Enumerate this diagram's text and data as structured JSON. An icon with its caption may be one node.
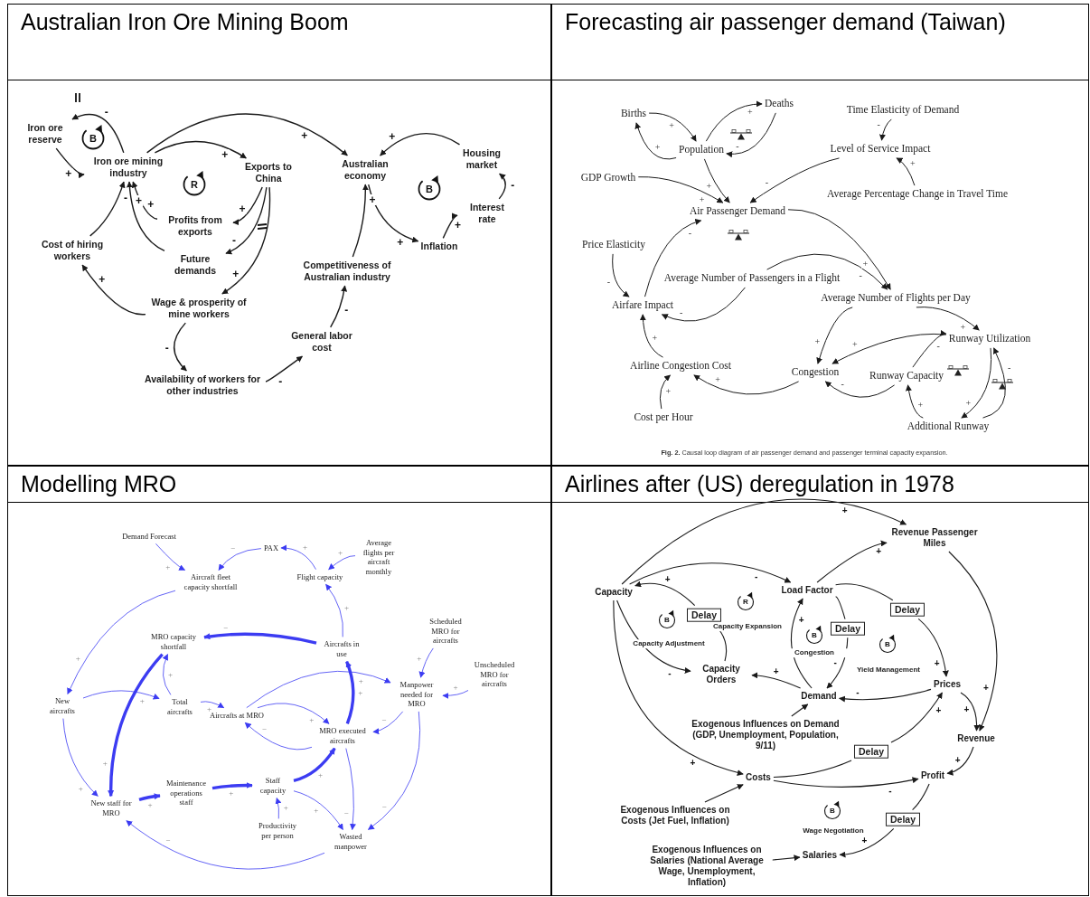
{
  "diagram": {
    "nodes": [
      {
        "text": [
          "Australian Iron Ore Mining Boom"
        ]
      },
      {
        "text": [
          "Iron ore reserve"
        ],
        "in": 0
      },
      {
        "text": [
          "Iron ore mining industry"
        ],
        "in": 0
      },
      {
        "text": [
          "Exports to China"
        ],
        "in": 0
      },
      {
        "text": [
          "Profits from exports"
        ],
        "in": 0
      },
      {
        "text": [
          "Future demands"
        ],
        "in": 0
      },
      {
        "text": [
          "Cost of hiring workers"
        ],
        "in": 0
      },
      {
        "text": [
          "Wage & prosperity of mine workers"
        ],
        "in": 0
      },
      {
        "text": [
          "Availability of workers for other industries"
        ],
        "in": 0
      },
      {
        "text": [
          "Australian economy"
        ],
        "in": 0
      },
      {
        "text": [
          "Housing market"
        ],
        "in": 0
      },
      {
        "text": [
          "Interest rate"
        ],
        "in": 0
      },
      {
        "text": [
          "Inflation"
        ],
        "in": 0
      },
      {
        "text": [
          "Competitiveness of Australian industry"
        ],
        "in": 0
      },
      {
        "text": [
          "General labor cost"
        ],
        "in": 0
      },
      {
        "text": [
          "Forecasting air passenger demand (Taiwan)"
        ]
      },
      {
        "text": [
          "Births"
        ],
        "in": 15
      },
      {
        "text": [
          "Deaths"
        ],
        "in": 15
      },
      {
        "text": [
          "Population"
        ],
        "in": 15
      },
      {
        "text": [
          "Time Elasticity of Demand"
        ],
        "in": 15
      },
      {
        "text": [
          "Level of Service Impact"
        ],
        "in": 15
      },
      {
        "text": [
          "GDP Growth"
        ],
        "in": 15
      },
      {
        "text": [
          "Average Percentage Change in Travel Time"
        ],
        "in": 15
      },
      {
        "text": [
          "Air Passenger Demand"
        ],
        "in": 15
      },
      {
        "text": [
          "Price Elasticity"
        ],
        "in": 15
      },
      {
        "text": [
          "Average Number of Passengers in a Flight"
        ],
        "in": 15
      },
      {
        "text": [
          "Airfare Impact"
        ],
        "in": 15
      },
      {
        "text": [
          "Average Number of Flights per Day"
        ],
        "in": 15
      },
      {
        "text": [
          "Runway Utilization"
        ],
        "in": 15
      },
      {
        "text": [
          "Airline Congestion Cost"
        ],
        "in": 15
      },
      {
        "text": [
          "Congestion"
        ],
        "in": 15
      },
      {
        "text": [
          "Runway Capacity"
        ],
        "in": 15
      },
      {
        "text": [
          "Cost per Hour"
        ],
        "in": 15
      },
      {
        "text": [
          "Additional Runway"
        ],
        "in": 15
      },
      {
        "text": [
          "Modelling MRO"
        ]
      },
      {
        "text": [
          "Demand Forecast"
        ],
        "in": 34
      },
      {
        "text": [
          "PAX"
        ],
        "in": 34
      },
      {
        "text": [
          "Average flights per aircraft monthly"
        ],
        "in": 34
      },
      {
        "text": [
          "Aircraft fleet capacity shortfall"
        ],
        "in": 34
      },
      {
        "text": [
          "Flight capacity"
        ],
        "in": 34
      },
      {
        "text": [
          "MRO capacity shortfall"
        ],
        "in": 34
      },
      {
        "text": [
          "Aircrafts in use"
        ],
        "in": 34
      },
      {
        "text": [
          "Scheduled MRO for aircrafts"
        ],
        "in": 34
      },
      {
        "text": [
          "Unscheduled MRO for aircrafts"
        ],
        "in": 34
      },
      {
        "text": [
          "New aircrafts"
        ],
        "in": 34
      },
      {
        "text": [
          "Total aircrafts"
        ],
        "in": 34
      },
      {
        "text": [
          "Aircrafts at MRO"
        ],
        "in": 34
      },
      {
        "text": [
          "Manpower needed for MRO"
        ],
        "in": 34
      },
      {
        "text": [
          "MRO executed aircrafts"
        ],
        "in": 34
      },
      {
        "text": [
          "Maintenance operations staff"
        ],
        "in": 34
      },
      {
        "text": [
          "Staff capacity"
        ],
        "in": 34
      },
      {
        "text": [
          "New staff for MRO"
        ],
        "in": 34
      },
      {
        "text": [
          "Productivity per person"
        ],
        "in": 34
      },
      {
        "text": [
          "Wasted manpower"
        ],
        "in": 34
      },
      {
        "text": [
          "Airlines after (US) deregulation in 1978"
        ]
      },
      {
        "text": [
          "Revenue Passenger Miles"
        ],
        "in": 54
      },
      {
        "text": [
          "Capacity"
        ],
        "in": 54
      },
      {
        "text": [
          "Load Factor"
        ],
        "in": 54
      },
      {
        "text": [
          "Delay"
        ],
        "in": 54
      },
      {
        "text": [
          "Delay"
        ],
        "in": 54
      },
      {
        "text": [
          "Delay"
        ],
        "in": 54
      },
      {
        "text": [
          "Capacity Orders"
        ],
        "in": 54
      },
      {
        "text": [
          "Demand"
        ],
        "in": 54
      },
      {
        "text": [
          "Prices"
        ],
        "in": 54
      },
      {
        "text": [
          "Exogenous Influences on Demand (GDP, Unemployment, Population, 9/11)"
        ],
        "in": 54
      },
      {
        "text": [
          "Revenue"
        ],
        "in": 54
      },
      {
        "text": [
          "Delay"
        ],
        "in": 54
      },
      {
        "text": [
          "Costs"
        ],
        "in": 54
      },
      {
        "text": [
          "Profit"
        ],
        "in": 54
      },
      {
        "text": [
          "Exogenous Influences on Costs (Jet Fuel, Inflation)"
        ],
        "in": 54
      },
      {
        "text": [
          "Delay"
        ],
        "in": 54
      },
      {
        "text": [
          "Salaries"
        ],
        "in": 54
      },
      {
        "text": [
          "Exogenous Influences on Salaries (National Average Wage, Unemployment, Inflation)"
        ],
        "in": 54
      }
    ],
    "edges": [
      {
        "from": 2,
        "to": 1,
        "arrow": "to",
        "label": "-"
      },
      {
        "from": 1,
        "to": 2,
        "arrow": "to",
        "label": "+"
      },
      {
        "from": 2,
        "to": 3,
        "arrow": "to",
        "label": "+"
      },
      {
        "from": 2,
        "to": 9,
        "arrow": "to",
        "label": "+"
      },
      {
        "from": 3,
        "to": 4,
        "arrow": "to",
        "label": "+"
      },
      {
        "from": 3,
        "to": 5,
        "arrow": "to",
        "label": "-"
      },
      {
        "from": 3,
        "to": 7,
        "arrow": "to",
        "label": "+"
      },
      {
        "from": 4,
        "to": 2,
        "arrow": "to",
        "label": "+"
      },
      {
        "from": 5,
        "to": 2,
        "arrow": "to",
        "label": "+"
      },
      {
        "from": 6,
        "to": 2,
        "arrow": "to",
        "label": "-"
      },
      {
        "from": 7,
        "to": 6,
        "arrow": "to",
        "label": "+"
      },
      {
        "from": 7,
        "to": 8,
        "arrow": "to",
        "label": "-"
      },
      {
        "from": 8,
        "to": 14,
        "arrow": "to",
        "label": "-"
      },
      {
        "from": 14,
        "to": 13,
        "arrow": "to",
        "label": "-"
      },
      {
        "from": 13,
        "to": 9,
        "arrow": "to",
        "label": "+"
      },
      {
        "from": 10,
        "to": 9,
        "arrow": "to",
        "label": "+"
      },
      {
        "from": 9,
        "to": 12,
        "arrow": "to",
        "label": "+"
      },
      {
        "from": 12,
        "to": 11,
        "arrow": "to",
        "label": "+"
      },
      {
        "from": 11,
        "to": 10,
        "arrow": "to",
        "label": "-"
      },
      {
        "from": 18,
        "to": 16,
        "arrow": "to",
        "label": "+"
      },
      {
        "from": 16,
        "to": 18,
        "arrow": "to",
        "label": "+"
      },
      {
        "from": 18,
        "to": 17,
        "arrow": "to",
        "label": "+"
      },
      {
        "from": 17,
        "to": 18,
        "arrow": "to",
        "label": "-"
      },
      {
        "from": 18,
        "to": 23,
        "arrow": "to",
        "label": "+"
      },
      {
        "from": 21,
        "to": 23,
        "arrow": "to",
        "label": "+"
      },
      {
        "from": 19,
        "to": 20,
        "arrow": "to",
        "label": "-"
      },
      {
        "from": 22,
        "to": 20,
        "arrow": "to",
        "label": "+"
      },
      {
        "from": 20,
        "to": 23,
        "arrow": "to",
        "label": "-"
      },
      {
        "from": 23,
        "to": 27,
        "arrow": "to",
        "label": "+"
      },
      {
        "from": 25,
        "to": 27,
        "arrow": "to",
        "label": "-"
      },
      {
        "from": 25,
        "to": 26,
        "arrow": "to",
        "label": "-"
      },
      {
        "from": 24,
        "to": 26,
        "arrow": "to",
        "label": "-"
      },
      {
        "from": 26,
        "to": 23,
        "arrow": "to",
        "label": "-"
      },
      {
        "from": 29,
        "to": 26,
        "arrow": "to",
        "label": "+"
      },
      {
        "from": 32,
        "to": 29,
        "arrow": "to",
        "label": "+"
      },
      {
        "from": 30,
        "to": 29,
        "arrow": "to",
        "label": "+"
      },
      {
        "from": 27,
        "to": 30,
        "arrow": "to",
        "label": "+"
      },
      {
        "from": 27,
        "to": 28,
        "arrow": "to",
        "label": "+"
      },
      {
        "from": 28,
        "to": 30,
        "arrow": "to",
        "label": "+"
      },
      {
        "from": 31,
        "to": 28,
        "arrow": "to",
        "label": "-"
      },
      {
        "from": 31,
        "to": 30,
        "arrow": "to",
        "label": "-"
      },
      {
        "from": 28,
        "to": 33,
        "arrow": "to",
        "label": "+"
      },
      {
        "from": 33,
        "to": 31,
        "arrow": "to",
        "label": "+"
      },
      {
        "from": 33,
        "to": 28,
        "arrow": "to",
        "label": "-"
      },
      {
        "from": 35,
        "to": 38,
        "arrow": "to",
        "label": "+",
        "color": "#3c3cf2"
      },
      {
        "from": 36,
        "to": 38,
        "arrow": "to",
        "label": "−",
        "color": "#3c3cf2"
      },
      {
        "from": 39,
        "to": 36,
        "arrow": "to",
        "label": "+",
        "color": "#3c3cf2"
      },
      {
        "from": 37,
        "to": 39,
        "arrow": "to",
        "label": "+",
        "color": "#3c3cf2"
      },
      {
        "from": 41,
        "to": 39,
        "arrow": "to",
        "label": "+",
        "color": "#3c3cf2"
      },
      {
        "from": 38,
        "to": 44,
        "arrow": "to",
        "label": "+",
        "color": "#3c3cf2"
      },
      {
        "from": 41,
        "to": 40,
        "arrow": "to",
        "label": "−",
        "style": "thick",
        "color": "#3c3cf2"
      },
      {
        "from": 40,
        "to": 51,
        "arrow": "to",
        "label": "+",
        "style": "thick",
        "color": "#3c3cf2"
      },
      {
        "from": 45,
        "to": 40,
        "arrow": "to",
        "label": "+",
        "color": "#3c3cf2"
      },
      {
        "from": 44,
        "to": 45,
        "arrow": "to",
        "label": "+",
        "color": "#3c3cf2"
      },
      {
        "from": 44,
        "to": 51,
        "arrow": "to",
        "label": "+",
        "color": "#3c3cf2"
      },
      {
        "from": 45,
        "to": 46,
        "arrow": "to",
        "label": "+",
        "color": "#3c3cf2"
      },
      {
        "from": 46,
        "to": 47,
        "arrow": "to",
        "label": "+",
        "color": "#3c3cf2"
      },
      {
        "from": 46,
        "to": 48,
        "arrow": "to",
        "label": "+",
        "color": "#3c3cf2"
      },
      {
        "from": 48,
        "to": 46,
        "arrow": "to",
        "label": "−",
        "color": "#3c3cf2"
      },
      {
        "from": 48,
        "to": 41,
        "arrow": "to",
        "label": "+",
        "style": "thick",
        "color": "#3c3cf2"
      },
      {
        "from": 42,
        "to": 47,
        "arrow": "to",
        "label": "+",
        "color": "#3c3cf2"
      },
      {
        "from": 43,
        "to": 47,
        "arrow": "to",
        "label": "+",
        "color": "#3c3cf2"
      },
      {
        "from": 47,
        "to": 48,
        "arrow": "to",
        "label": "−",
        "color": "#3c3cf2"
      },
      {
        "from": 47,
        "to": 53,
        "arrow": "to",
        "label": "−",
        "color": "#3c3cf2"
      },
      {
        "from": 48,
        "to": 53,
        "arrow": "to",
        "label": "−",
        "color": "#3c3cf2"
      },
      {
        "from": 50,
        "to": 48,
        "arrow": "to",
        "label": "+",
        "style": "thick",
        "color": "#3c3cf2"
      },
      {
        "from": 50,
        "to": 53,
        "arrow": "to",
        "label": "+",
        "color": "#3c3cf2"
      },
      {
        "from": 52,
        "to": 50,
        "arrow": "to",
        "label": "+",
        "color": "#3c3cf2"
      },
      {
        "from": 51,
        "to": 49,
        "arrow": "to",
        "label": "+",
        "style": "thick",
        "color": "#3c3cf2"
      },
      {
        "from": 49,
        "to": 50,
        "arrow": "to",
        "label": "+",
        "style": "thick",
        "color": "#3c3cf2"
      },
      {
        "from": 53,
        "to": 51,
        "arrow": "to",
        "label": "−",
        "color": "#3c3cf2"
      },
      {
        "from": 56,
        "to": 55,
        "arrow": "to",
        "label": "+"
      },
      {
        "from": 56,
        "to": 57,
        "arrow": "to",
        "label": "-"
      },
      {
        "from": 57,
        "to": 55,
        "arrow": "to",
        "label": "+"
      },
      {
        "from": 55,
        "to": 65,
        "arrow": "to",
        "label": "+"
      },
      {
        "from": 61,
        "to": 58,
        "arrow": "none"
      },
      {
        "from": 58,
        "to": 56,
        "arrow": "to",
        "label": "+"
      },
      {
        "from": 56,
        "to": 61,
        "arrow": "to",
        "label": "-"
      },
      {
        "from": 56,
        "to": 67,
        "arrow": "to",
        "label": "+"
      },
      {
        "from": 62,
        "to": 61,
        "arrow": "to",
        "label": "+"
      },
      {
        "from": 62,
        "to": 57,
        "arrow": "to",
        "label": "+"
      },
      {
        "from": 57,
        "to": 60,
        "arrow": "none"
      },
      {
        "from": 60,
        "to": 62,
        "arrow": "to",
        "label": "-"
      },
      {
        "from": 57,
        "to": 59,
        "arrow": "none"
      },
      {
        "from": 59,
        "to": 63,
        "arrow": "to",
        "label": "+"
      },
      {
        "from": 63,
        "to": 62,
        "arrow": "to",
        "label": "-"
      },
      {
        "from": 63,
        "to": 65,
        "arrow": "to",
        "label": "+"
      },
      {
        "from": 64,
        "to": 62,
        "arrow": "to"
      },
      {
        "from": 67,
        "to": 66,
        "arrow": "none"
      },
      {
        "from": 66,
        "to": 63,
        "arrow": "to",
        "label": "+"
      },
      {
        "from": 67,
        "to": 68,
        "arrow": "to",
        "label": "-"
      },
      {
        "from": 65,
        "to": 68,
        "arrow": "to",
        "label": "+"
      },
      {
        "from": 69,
        "to": 67,
        "arrow": "to"
      },
      {
        "from": 68,
        "to": 70,
        "arrow": "none"
      },
      {
        "from": 70,
        "to": 71,
        "arrow": "to",
        "label": "+"
      },
      {
        "from": 72,
        "to": 71,
        "arrow": "to"
      }
    ],
    "labels": [
      "B",
      "R",
      "B",
      "**Fig. 2.** Causal loop diagram of air passenger demand and passenger terminal capacity expansion.",
      "B",
      "Capacity Adjustment",
      "R",
      "Capacity Expansion",
      "B",
      "Congestion",
      "B",
      "Yield Management",
      "B",
      "Wage Negotiation"
    ]
  }
}
